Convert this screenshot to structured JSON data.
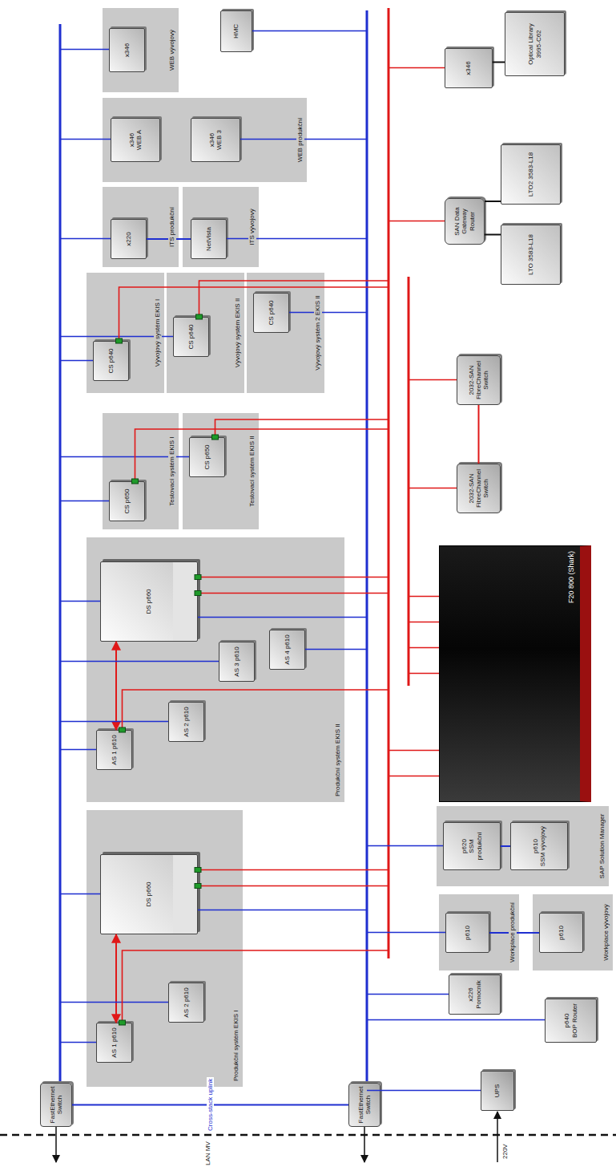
{
  "diagram": {
    "nodes": [
      {
        "text": [
          "FastEthernet Switch"
        ]
      },
      {
        "text": [
          "FastEthernet Switch"
        ]
      },
      {
        "text": [
          "UPS"
        ]
      },
      {
        "text": [
          "Produkční systém EKIS I"
        ]
      },
      {
        "text": [
          "AS 1 p610"
        ],
        "in": 3
      },
      {
        "text": [
          "AS 2 p610"
        ],
        "in": 3
      },
      {
        "text": [
          "DS p660"
        ],
        "in": 3
      },
      {
        "text": [
          "Produkční systém EKIS II"
        ]
      },
      {
        "text": [
          "AS 1 p610"
        ],
        "in": 7
      },
      {
        "text": [
          "AS 2 p610"
        ],
        "in": 7
      },
      {
        "text": [
          "AS 3 p610"
        ],
        "in": 7
      },
      {
        "text": [
          "AS 4 p610"
        ],
        "in": 7
      },
      {
        "text": [
          "DS p660"
        ],
        "in": 7
      },
      {
        "text": [
          "Testovací systém EKIS I"
        ]
      },
      {
        "text": [
          "CS p650"
        ],
        "in": 13
      },
      {
        "text": [
          "Testovací systém EKIS II"
        ]
      },
      {
        "text": [
          "CS p650"
        ],
        "in": 15
      },
      {
        "text": [
          "Vývojový systém EKIS I"
        ]
      },
      {
        "text": [
          "CS p640"
        ],
        "in": 17
      },
      {
        "text": [
          "Vývojový systém EKIS II"
        ]
      },
      {
        "text": [
          "CS p640"
        ],
        "in": 19
      },
      {
        "text": [
          "Vývojový systém 2 EKIS II"
        ]
      },
      {
        "text": [
          "CS p640"
        ],
        "in": 21
      },
      {
        "text": [
          "ITS produkční"
        ]
      },
      {
        "text": [
          "x220"
        ],
        "in": 23
      },
      {
        "text": [
          "ITS vývojový"
        ]
      },
      {
        "text": [
          "NetVista"
        ],
        "in": 25
      },
      {
        "text": [
          "WEB produkční"
        ]
      },
      {
        "text": [
          "x346",
          "WEB A"
        ],
        "in": 27
      },
      {
        "text": [
          "x346",
          "WEB 3"
        ],
        "in": 27
      },
      {
        "text": [
          "WEB vývojový"
        ]
      },
      {
        "text": [
          "x346"
        ],
        "in": 30
      },
      {
        "text": [
          "HMC"
        ]
      },
      {
        "text": [
          "x346"
        ]
      },
      {
        "text": [
          "Optical Library 3995-C62"
        ]
      },
      {
        "text": [
          "SAN Data Gateway Router"
        ]
      },
      {
        "text": [
          "LTO2 3583-L18"
        ]
      },
      {
        "text": [
          "LTO 3583-L18"
        ]
      },
      {
        "text": [
          "2032-SAN FibreChannel Switch"
        ]
      },
      {
        "text": [
          "2032-SAN FibreChannel Switch"
        ]
      },
      {
        "text": [
          "F20 800 (Shark)"
        ]
      },
      {
        "text": [
          "SAP Solution Manager"
        ]
      },
      {
        "text": [
          "p620",
          "SSM produkční"
        ],
        "in": 41
      },
      {
        "text": [
          "p610",
          "SSM vývojový"
        ],
        "in": 41
      },
      {
        "text": [
          "Workplace produkční"
        ]
      },
      {
        "text": [
          "p610"
        ],
        "in": 44
      },
      {
        "text": [
          "Workplace vývojový"
        ]
      },
      {
        "text": [
          "p610"
        ],
        "in": 46
      },
      {
        "text": [
          "x226",
          "Pomocník"
        ]
      },
      {
        "text": [
          "p640",
          "BOP Router"
        ]
      }
    ],
    "edges": [
      {
        "from": 0,
        "to": 1,
        "arrow": "none",
        "label": "Cross-stack uplink"
      },
      {
        "from": 4,
        "to": 6,
        "arrow": "both"
      },
      {
        "from": 8,
        "to": 12,
        "arrow": "both"
      },
      {
        "from": 24,
        "to": 26,
        "arrow": "none"
      },
      {
        "from": 42,
        "to": 43,
        "arrow": "none"
      },
      {
        "from": 45,
        "to": 47,
        "arrow": "none"
      },
      {
        "from": 35,
        "to": 36,
        "arrow": "none"
      },
      {
        "from": 35,
        "to": 37,
        "arrow": "none"
      },
      {
        "from": 38,
        "to": 39,
        "arrow": "none"
      },
      {
        "from": 33,
        "to": 34,
        "arrow": "none"
      }
    ],
    "labels": [
      "LAN MV",
      "220V"
    ]
  }
}
